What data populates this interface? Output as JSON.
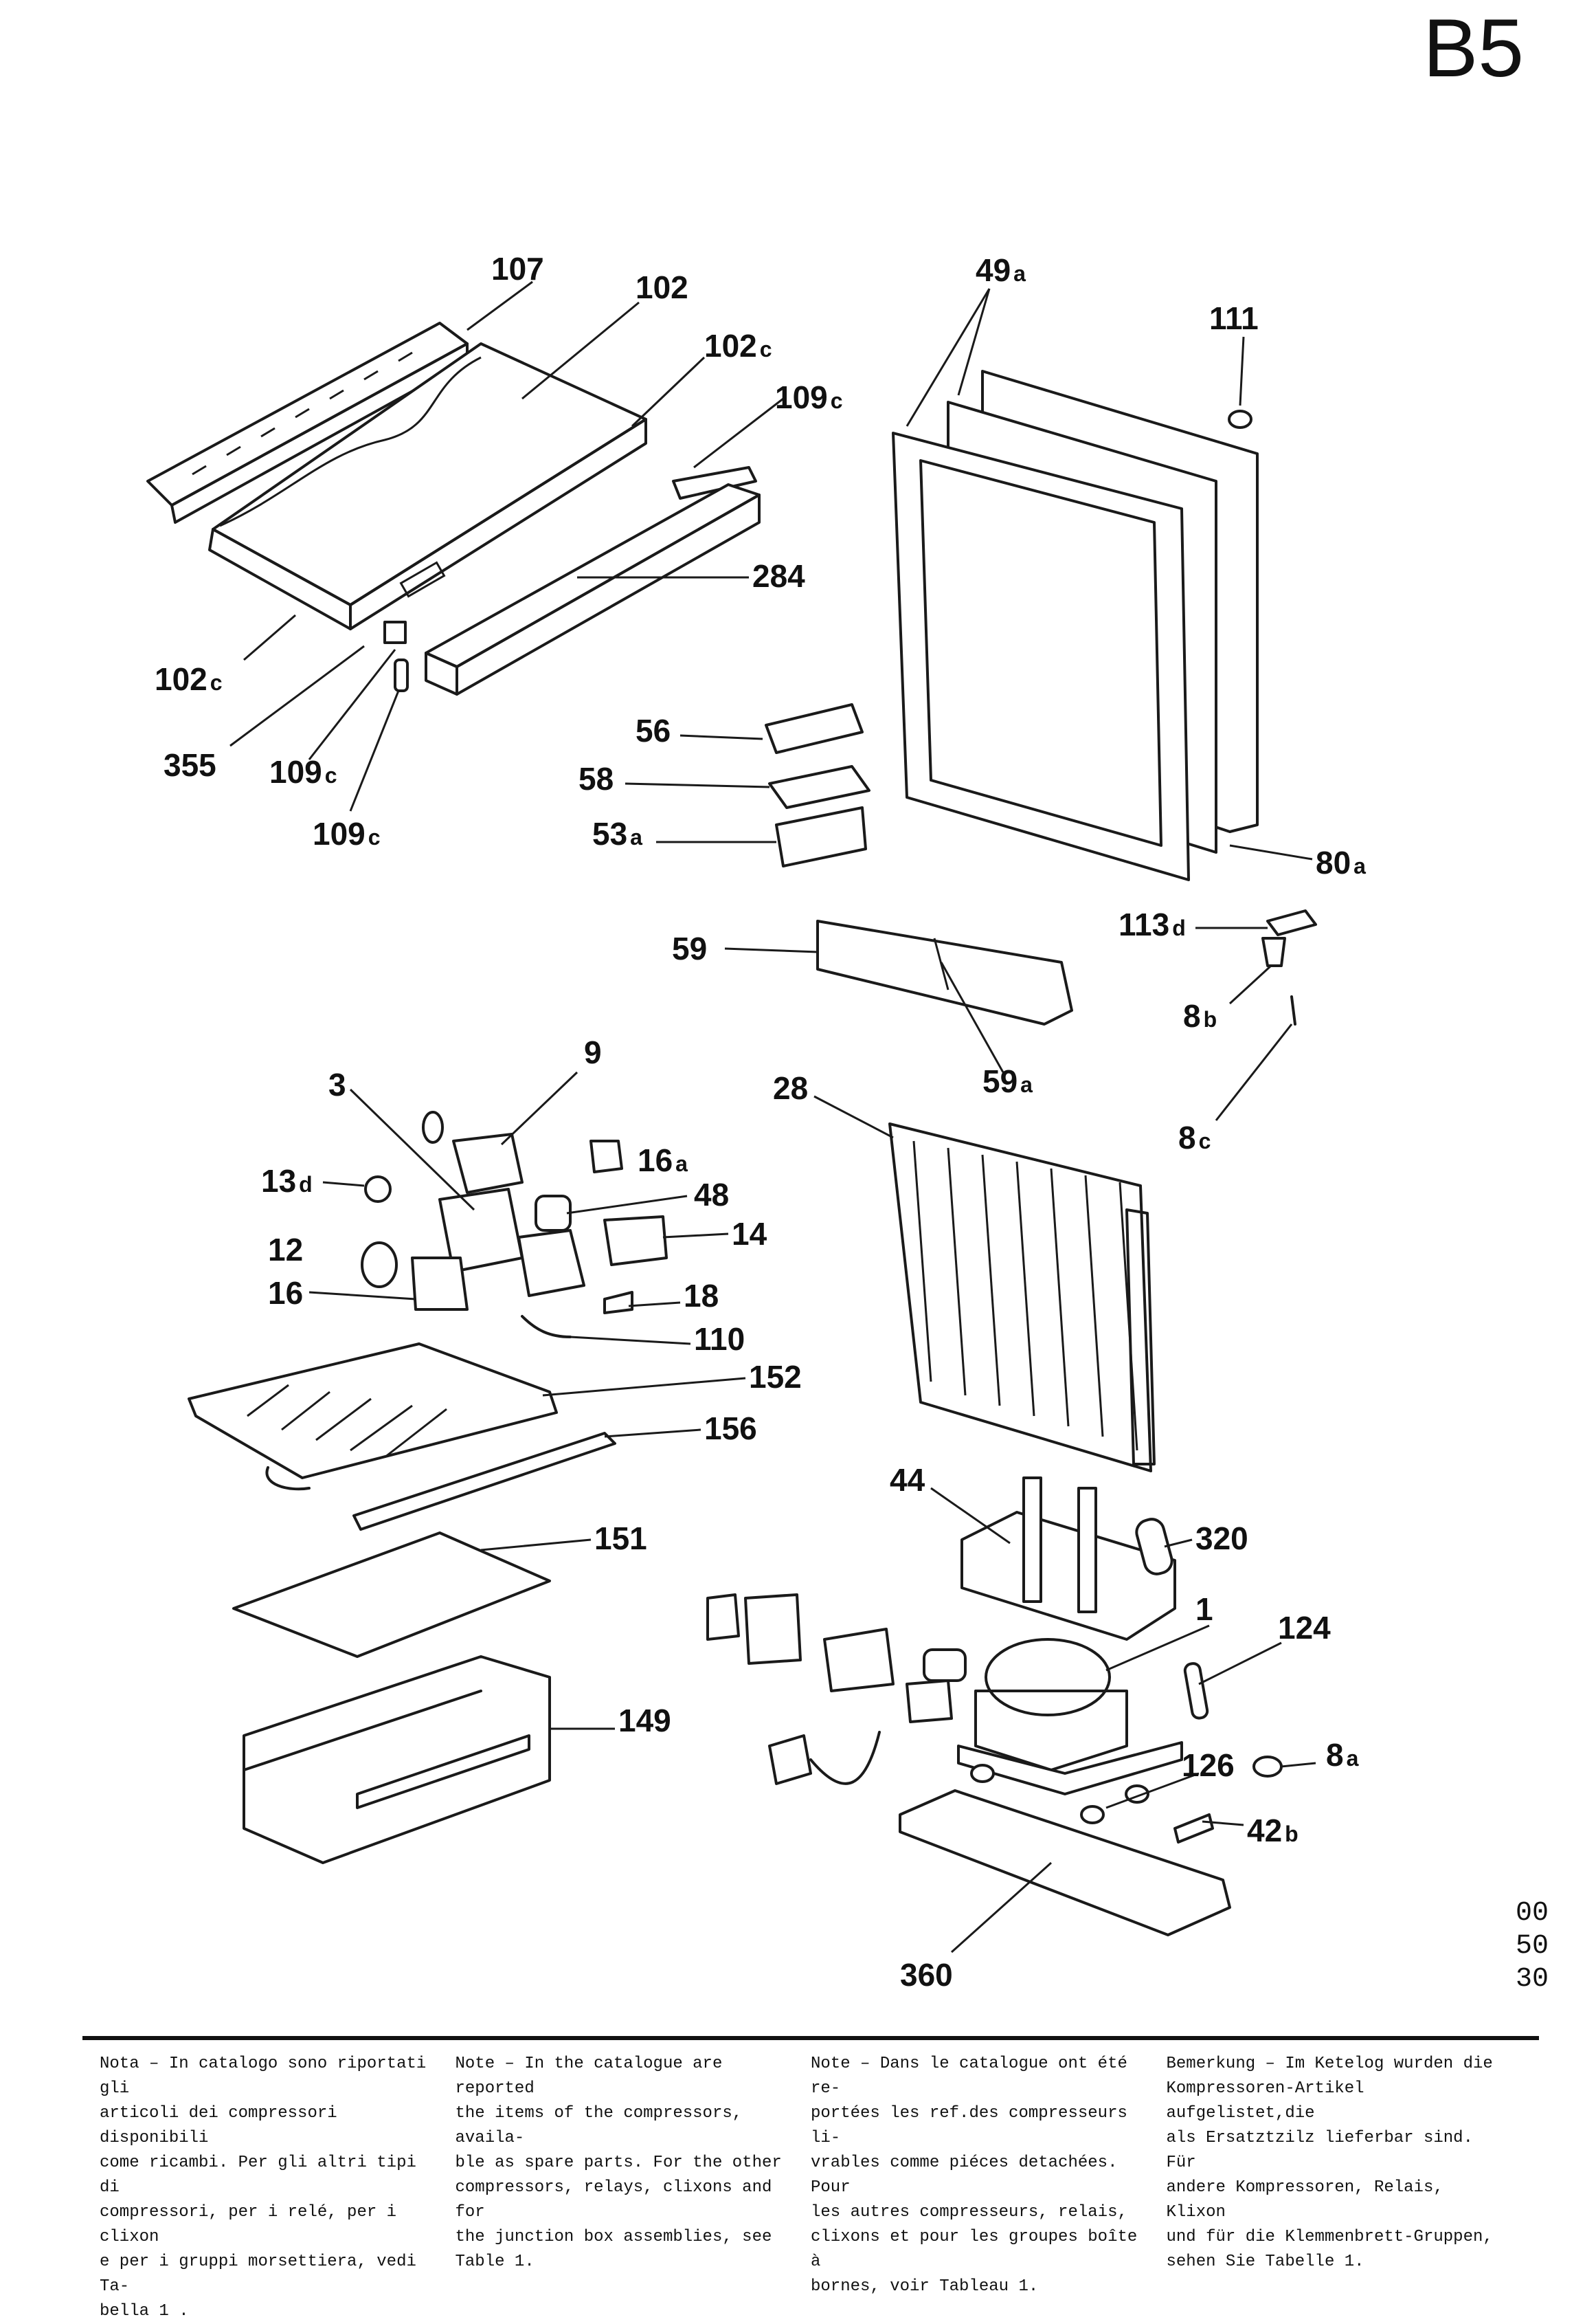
{
  "header": {
    "page_code": "B5",
    "serial": "005030"
  },
  "labels": {
    "l107": {
      "num": "107",
      "suf": ""
    },
    "l102": {
      "num": "102",
      "suf": ""
    },
    "l102c_top": {
      "num": "102",
      "suf": "c"
    },
    "l109c_top": {
      "num": "109",
      "suf": "c"
    },
    "l284": {
      "num": "284",
      "suf": ""
    },
    "l102c_left": {
      "num": "102",
      "suf": "c"
    },
    "l355": {
      "num": "355",
      "suf": ""
    },
    "l109c_mid": {
      "num": "109",
      "suf": "c"
    },
    "l109c_low": {
      "num": "109",
      "suf": "c"
    },
    "l49a": {
      "num": "49",
      "suf": "a"
    },
    "l111": {
      "num": "111",
      "suf": ""
    },
    "l80a": {
      "num": "80",
      "suf": "a"
    },
    "l56": {
      "num": "56",
      "suf": ""
    },
    "l58": {
      "num": "58",
      "suf": ""
    },
    "l53a": {
      "num": "53",
      "suf": "a"
    },
    "l59": {
      "num": "59",
      "suf": ""
    },
    "l59a": {
      "num": "59",
      "suf": "a"
    },
    "l113d": {
      "num": "113",
      "suf": "d"
    },
    "l8b": {
      "num": "8",
      "suf": "b"
    },
    "l8c": {
      "num": "8",
      "suf": "c"
    },
    "l9": {
      "num": "9",
      "suf": ""
    },
    "l3": {
      "num": "3",
      "suf": ""
    },
    "l28": {
      "num": "28",
      "suf": ""
    },
    "l16a": {
      "num": "16",
      "suf": "a"
    },
    "l13d": {
      "num": "13",
      "suf": "d"
    },
    "l48": {
      "num": "48",
      "suf": ""
    },
    "l14": {
      "num": "14",
      "suf": ""
    },
    "l12": {
      "num": "12",
      "suf": ""
    },
    "l16": {
      "num": "16",
      "suf": ""
    },
    "l18": {
      "num": "18",
      "suf": ""
    },
    "l110": {
      "num": "110",
      "suf": ""
    },
    "l152": {
      "num": "152",
      "suf": ""
    },
    "l156": {
      "num": "156",
      "suf": ""
    },
    "l44": {
      "num": "44",
      "suf": ""
    },
    "l320": {
      "num": "320",
      "suf": ""
    },
    "l151": {
      "num": "151",
      "suf": ""
    },
    "l1": {
      "num": "1",
      "suf": ""
    },
    "l124": {
      "num": "124",
      "suf": ""
    },
    "l149": {
      "num": "149",
      "suf": ""
    },
    "l126": {
      "num": "126",
      "suf": ""
    },
    "l8a": {
      "num": "8",
      "suf": "a"
    },
    "l42b": {
      "num": "42",
      "suf": "b"
    },
    "l360": {
      "num": "360",
      "suf": ""
    }
  },
  "notes": {
    "it": [
      "Nota – In catalogo sono riportati gli",
      "articoli dei compressori disponibili",
      "come ricambi. Per gli altri tipi di",
      "compressori, per i relé, per i clixon",
      "e per i gruppi morsettiera, vedi Ta-",
      "bella 1 ."
    ],
    "en": [
      "Note – In the catalogue are reported",
      "the items of the compressors, availa-",
      "ble as spare parts. For the other",
      "compressors, relays, clixons and for",
      "the junction box assemblies, see",
      "Table 1."
    ],
    "fr": [
      "Note – Dans le catalogue ont été re-",
      "portées les ref.des compresseurs li-",
      "vrables comme piéces detachées. Pour",
      "les autres compresseurs, relais,",
      "clixons et pour les groupes boîte à",
      "bornes, voir Tableau 1."
    ],
    "de": [
      "Bemerkung – Im Ketelog wurden die",
      "Kompressoren-Artikel aufgelistet,die",
      "als Ersatztzilz lieferbar sind. Für",
      "andere Kompressoren, Relais, Klixon",
      "und für die Klemmenbrett-Gruppen,",
      "sehen Sie Tabelle 1."
    ]
  }
}
